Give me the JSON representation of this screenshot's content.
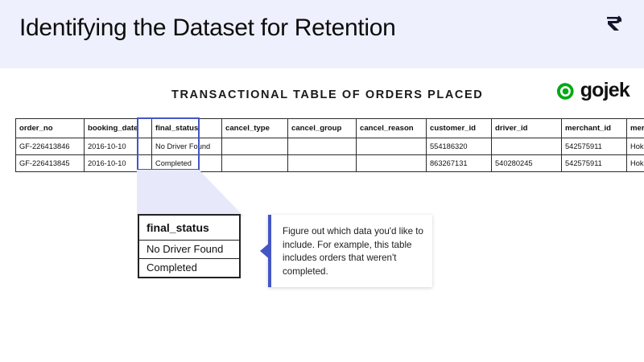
{
  "header": {
    "title": "Identifying the Dataset for Retention",
    "brand_icon": "double-chevron-logo-icon",
    "band_color": "#eef0fd"
  },
  "section": {
    "title": "TRANSACTIONAL TABLE OF ORDERS PLACED"
  },
  "logo": {
    "icon": "gojek-circle-icon",
    "wordmark": "gojek",
    "accent_color": "#00aa13"
  },
  "table": {
    "columns": [
      "order_no",
      "booking_date",
      "final_status",
      "cancel_type",
      "cancel_group",
      "cancel_reason",
      "customer_id",
      "driver_id",
      "merchant_id",
      "merchant_name"
    ],
    "rows": [
      {
        "order_no": "GF-226413846",
        "booking_date": "2016-10-10",
        "final_status": "No Driver Found",
        "cancel_type": "",
        "cancel_group": "",
        "cancel_reason": "",
        "customer_id": "554186320",
        "driver_id": "",
        "merchant_id": "542575911",
        "merchant_name": "Hokkian Serimpi"
      },
      {
        "order_no": "GF-226413845",
        "booking_date": "2016-10-10",
        "final_status": "Completed",
        "cancel_type": "",
        "cancel_group": "",
        "cancel_reason": "",
        "customer_id": "863267131",
        "driver_id": "540280245",
        "merchant_id": "542575911",
        "merchant_name": "Hokkian Serimpi"
      }
    ],
    "highlighted_column": "final_status",
    "highlight_color": "#4456c4"
  },
  "detail": {
    "header": "final_status",
    "values": [
      "No Driver Found",
      "Completed"
    ]
  },
  "callout": {
    "text": "Figure out which data you'd like to include. For example, this table includes orders that weren't completed.",
    "accent_color": "#4456c4"
  }
}
